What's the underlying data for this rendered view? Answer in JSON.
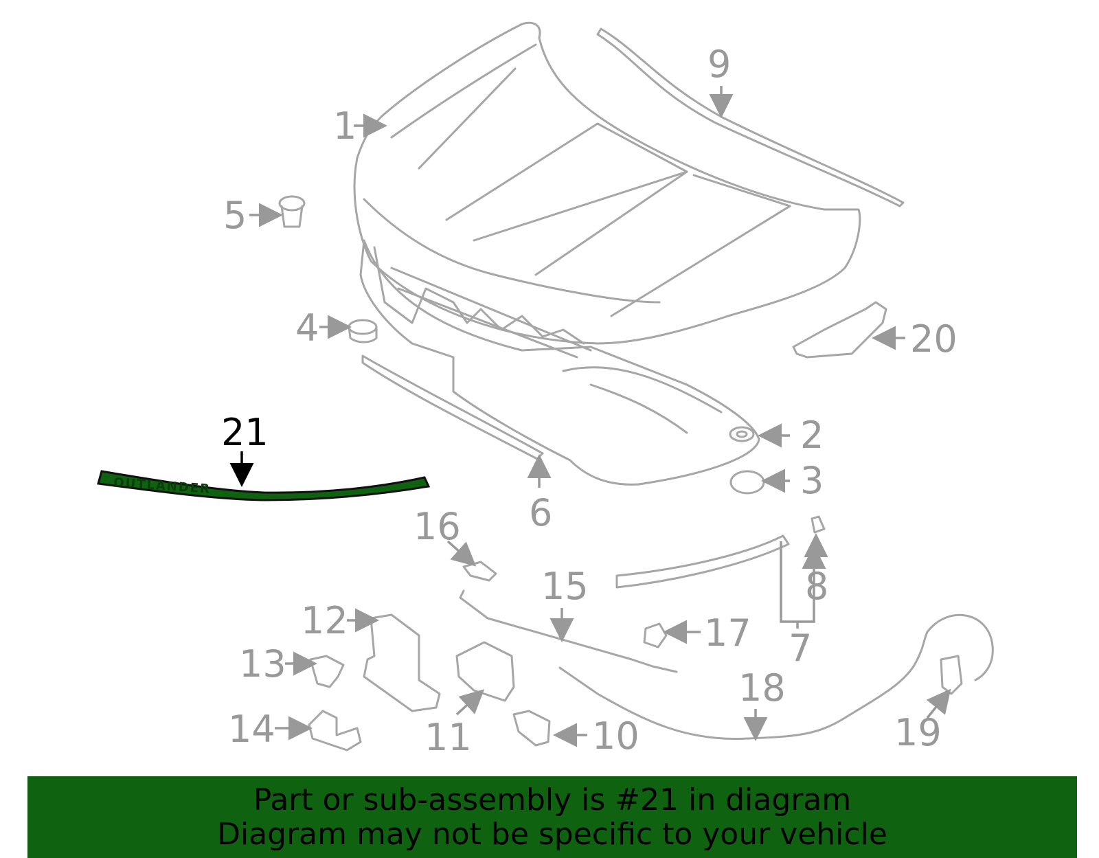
{
  "highlight": {
    "part_number": "21",
    "color": "#0f6310",
    "emblem_text": "OUTLANDER"
  },
  "callouts": {
    "p1": "1",
    "p2": "2",
    "p3": "3",
    "p4": "4",
    "p5": "5",
    "p6": "6",
    "p7": "7",
    "p8": "8",
    "p9": "9",
    "p10": "10",
    "p11": "11",
    "p12": "12",
    "p13": "13",
    "p14": "14",
    "p15": "15",
    "p16": "16",
    "p17": "17",
    "p18": "18",
    "p19": "19",
    "p20": "20",
    "p21": "21"
  },
  "banner": {
    "line1": "Part or sub-assembly is #21 in diagram",
    "line2": "Diagram may not be specific to your vehicle"
  },
  "colors": {
    "line_art": "#a6a6a6",
    "label": "#999999",
    "banner_bg": "#0f6310"
  }
}
